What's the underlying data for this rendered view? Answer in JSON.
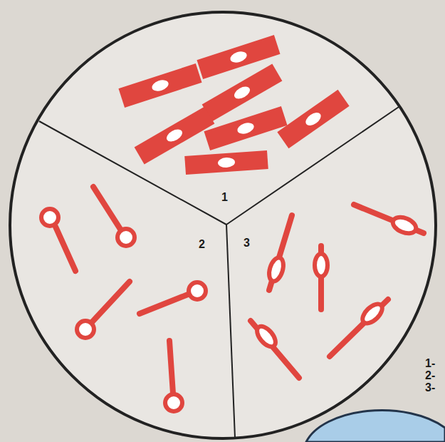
{
  "diagram": {
    "labels": [
      "1",
      "2",
      "3",
      "1-",
      "2-",
      "3-"
    ]
  }
}
